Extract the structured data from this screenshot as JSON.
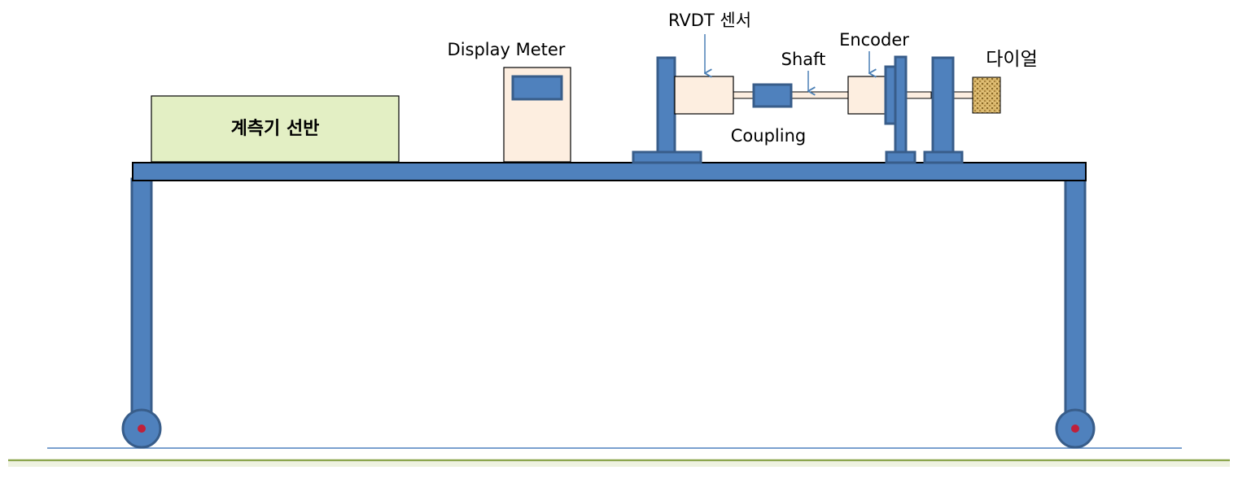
{
  "colors": {
    "blue_fill": "#4f81bd",
    "blue_stroke": "#385d8a",
    "instrument_box_fill": "#e3efc4",
    "sensor_box_fill": "#fdeee0",
    "ground_line": "#4f81bd",
    "bottom_rule": "#8ca64d",
    "wheel_hub": "#c0203a",
    "arrow": "#4a7fb5",
    "dial_fill": "#c9a45a"
  },
  "labels": {
    "lathe": "계측기 선반",
    "display_meter": "Display Meter",
    "rvdt_sensor": "RVDT 센서",
    "shaft": "Shaft",
    "encoder": "Encoder",
    "dial": "다이얼",
    "coupling": "Coupling"
  },
  "icons": {
    "wheel": "wheel-icon",
    "dial": "dial-icon"
  }
}
